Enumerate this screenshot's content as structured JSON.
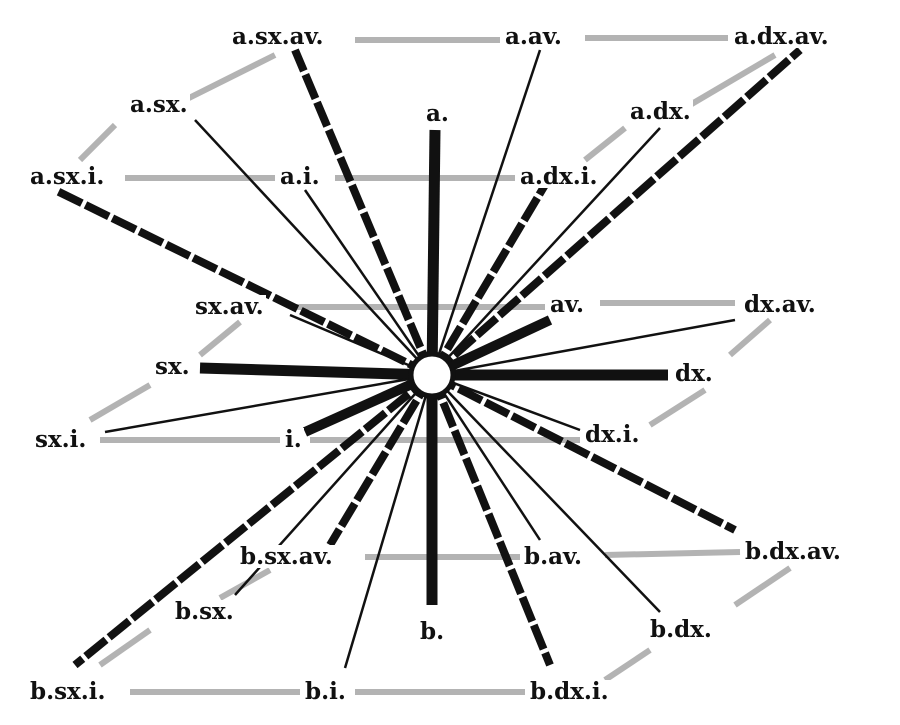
{
  "labels": {
    "a_sx_av": "a.sx.av.",
    "a_av": "a.av.",
    "a_dx_av": "a.dx.av.",
    "a_sx": "a.sx.",
    "a": "a.",
    "a_dx": "a.dx.",
    "a_sx_i": "a.sx.i.",
    "a_i": "a.i.",
    "a_dx_i": "a.dx.i.",
    "sx_av": "sx.av.",
    "av": "av.",
    "dx_av": "dx.av.",
    "sx": "sx.",
    "dx": "dx.",
    "sx_i": "sx.i.",
    "i": "i.",
    "dx_i": "dx.i.",
    "b_sx_av": "b.sx.av.",
    "b_av": "b.av.",
    "b_dx_av": "b.dx.av.",
    "b_sx": "b.sx.",
    "b": "b.",
    "b_dx": "b.dx.",
    "b_sx_i": "b.sx.i.",
    "b_i": "b.i.",
    "b_dx_i": "b.dx.i."
  },
  "colors": {
    "line": "#111111",
    "edge": "#b3b3b3",
    "background": "#ffffff"
  }
}
